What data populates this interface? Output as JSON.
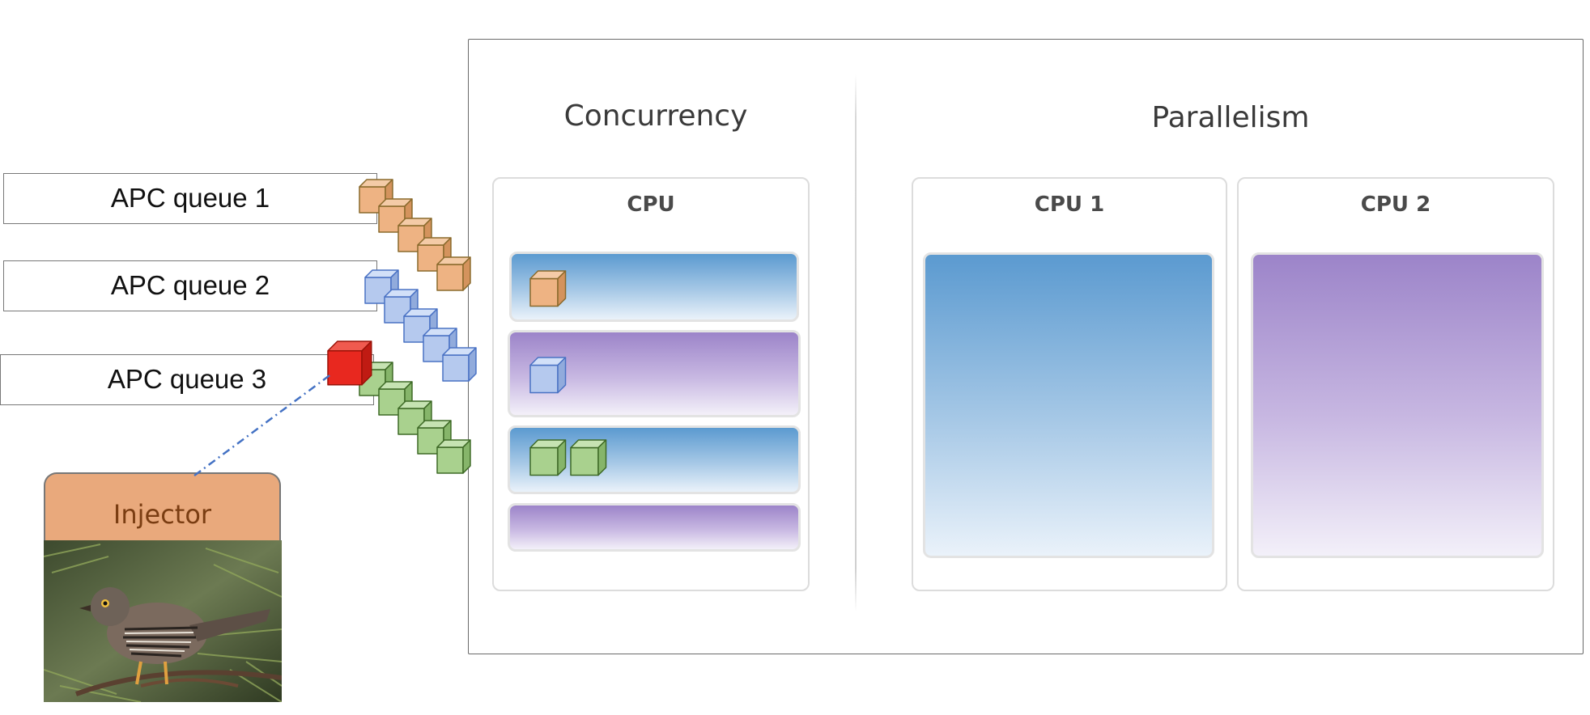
{
  "sections": {
    "concurrency": {
      "title": "Concurrency",
      "cpu_label": "CPU",
      "slots": [
        {
          "color": "blue",
          "cubes": [
            "orange"
          ]
        },
        {
          "color": "purple",
          "cubes": [
            "blue"
          ]
        },
        {
          "color": "blue",
          "cubes": [
            "green",
            "green"
          ]
        },
        {
          "color": "purple",
          "cubes": []
        }
      ]
    },
    "parallelism": {
      "title": "Parallelism",
      "cpus": [
        {
          "label": "CPU 1",
          "color": "blue"
        },
        {
          "label": "CPU 2",
          "color": "purple"
        }
      ]
    }
  },
  "queues": [
    {
      "label": "APC queue 1",
      "cube_color": "orange",
      "cube_count": 5
    },
    {
      "label": "APC  queue 2",
      "cube_color": "blue",
      "cube_count": 5
    },
    {
      "label": "APC  queue 3",
      "cube_color": "green",
      "cube_count": 5,
      "injected_cube_color": "red"
    }
  ],
  "injector": {
    "label": "Injector",
    "image": "cuckoo-bird-photo"
  },
  "colors": {
    "orange": {
      "front": "#eeb383",
      "top": "#f4cba7",
      "side": "#d4935d",
      "stroke": "#8a6a2c"
    },
    "blue": {
      "front": "#b5c9ee",
      "top": "#d2e0f8",
      "side": "#91abdc",
      "stroke": "#4a72c4"
    },
    "green": {
      "front": "#a9d18e",
      "top": "#c6e3b2",
      "side": "#86b56a",
      "stroke": "#3e6a26"
    },
    "red": {
      "front": "#e8281f",
      "top": "#f05a4f",
      "side": "#c01b13",
      "stroke": "#9a1208"
    },
    "injector": "#e9a97c",
    "injector_text": "#7a3d12",
    "connector": "#4472c4"
  }
}
